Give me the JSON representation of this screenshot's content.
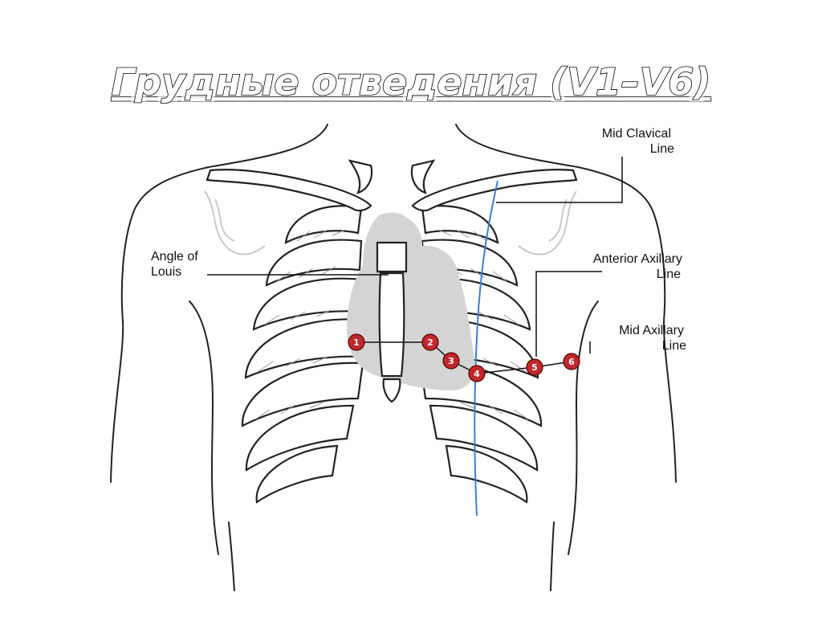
{
  "slide": {
    "title": "Грудные отведения (V1–V6)"
  },
  "labels": {
    "mid_clavical_1": "Mid Clavical",
    "mid_clavical_2": "Line",
    "angle_louis_1": "Angle of",
    "angle_louis_2": "Louis",
    "anterior_axillary_1": "Anterior Axillary",
    "anterior_axillary_2": "Line",
    "mid_axillary_1": "Mid Axillary",
    "mid_axillary_2": "Line"
  },
  "leads": [
    {
      "number": "1"
    },
    {
      "number": "2"
    },
    {
      "number": "3"
    },
    {
      "number": "4"
    },
    {
      "number": "5"
    },
    {
      "number": "6"
    }
  ],
  "colors": {
    "lead_marker": "#c0282c",
    "mid_clavicular_line": "#3a7ed8",
    "heart": "#d4d4d4"
  }
}
